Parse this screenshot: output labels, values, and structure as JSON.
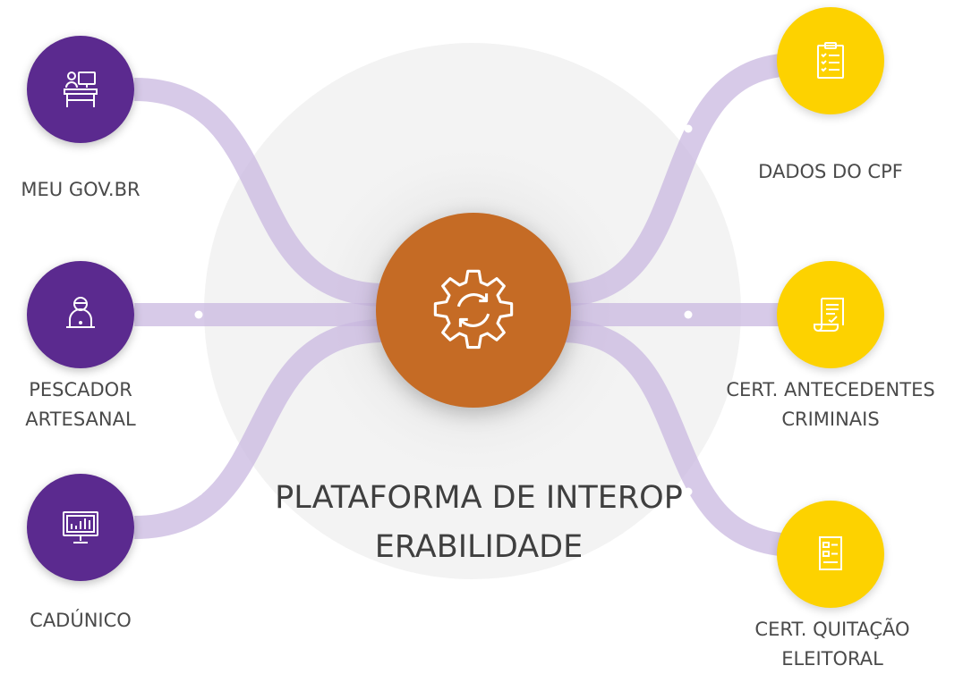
{
  "center": {
    "title": "PLATAFORMA DE INTEROPERABILIDADE",
    "icon": "gear-sync-icon",
    "color": "#c56b25"
  },
  "sources": [
    {
      "label": "MEU GOV.BR",
      "icon": "desk-person-icon"
    },
    {
      "label": "PESCADOR ARTESANAL",
      "icon": "person-laptop-icon"
    },
    {
      "label": "CADÚNICO",
      "icon": "monitor-chart-icon"
    }
  ],
  "targets": [
    {
      "label": "DADOS DO CPF",
      "icon": "clipboard-checklist-icon"
    },
    {
      "label": "CERT. ANTECEDENTES CRIMINAIS",
      "icon": "certificate-scroll-icon"
    },
    {
      "label": "CERT. QUITAÇÃO ELEITORAL",
      "icon": "document-list-icon"
    }
  ],
  "colors": {
    "source_node": "#5b2a8f",
    "target_node": "#fdd200",
    "connector": "#c9b8e0",
    "label_text": "#4a4a4a"
  }
}
